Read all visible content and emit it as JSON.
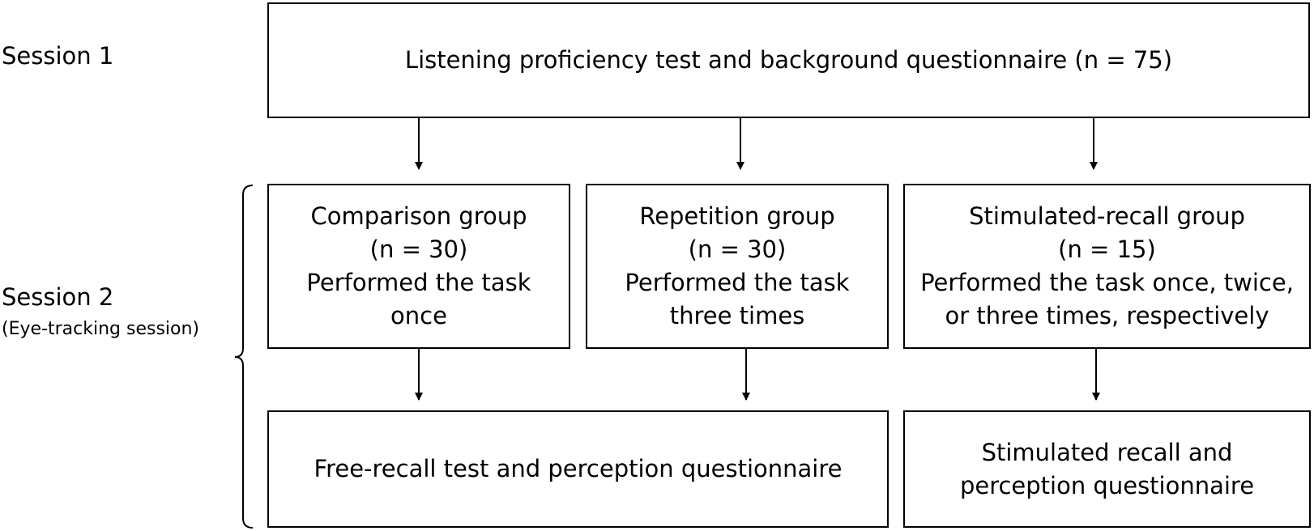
{
  "sessions": {
    "session1": "Session 1",
    "session2": "Session 2",
    "session2_note": "(Eye-tracking session)"
  },
  "top_box": {
    "text": "Listening proficiency test and background questionnaire (n = 75)"
  },
  "groups": [
    {
      "name": "Comparison group",
      "n": "(n = 30)",
      "line1": "Performed the task",
      "line2": "once"
    },
    {
      "name": "Repetition group",
      "n": "(n = 30)",
      "line1": "Performed the task",
      "line2": "three times"
    },
    {
      "name": "Stimulated-recall group",
      "n": "(n = 15)",
      "line1": "Performed the task once, twice,",
      "line2": "or three times, respectively"
    }
  ],
  "outcomes": [
    {
      "line1": "Free-recall test and perception questionnaire"
    },
    {
      "line1": "Stimulated recall and",
      "line2": "perception questionnaire"
    }
  ]
}
